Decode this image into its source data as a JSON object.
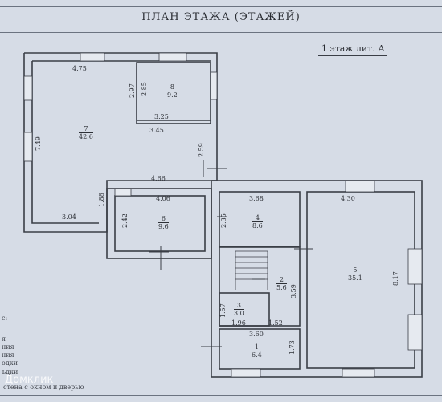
{
  "header": {
    "title": "ПЛАН ЭТАЖА (ЭТАЖЕЙ)"
  },
  "floor_label": "1 этаж лит. А",
  "rooms": [
    {
      "id": "7",
      "area": "42.6"
    },
    {
      "id": "8",
      "area": "9.2"
    },
    {
      "id": "6",
      "area": "9.6"
    },
    {
      "id": "4",
      "area": "8.6"
    },
    {
      "id": "5",
      "area": "35.1"
    },
    {
      "id": "2",
      "area": "5.6"
    },
    {
      "id": "3",
      "area": "3.0"
    },
    {
      "id": "1",
      "area": "6.4"
    }
  ],
  "dimensions": [
    "4.75",
    "2.97",
    "2.85",
    "3.25",
    "3.45",
    "7.49",
    "2.59",
    "4.66",
    "1.88",
    "3.04",
    "4.06",
    "2.42",
    "3.68",
    "2.35",
    "4.30",
    "8.17",
    "3.59",
    "1.57",
    "1.96",
    "1.52",
    "3.60",
    "1.73"
  ],
  "legend": [
    "с:",
    "я",
    "ния",
    "ния",
    "одки",
    "ъдки"
  ],
  "watermark": "Домклик",
  "bottom_note": "стена с окном и дверью",
  "colors": {
    "paper": "#d6dce6",
    "ink": "#2d3036",
    "wall": "#3a3e46"
  }
}
